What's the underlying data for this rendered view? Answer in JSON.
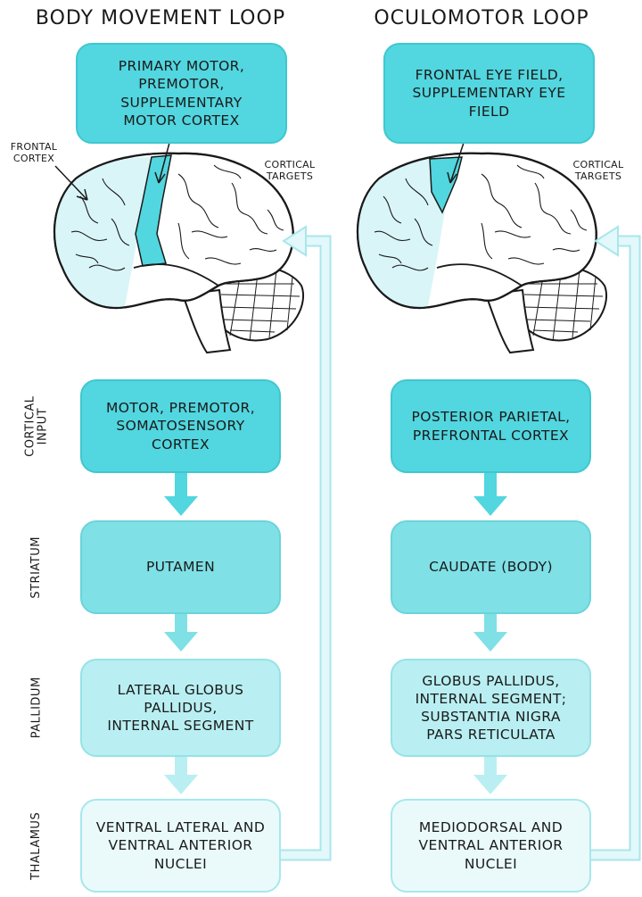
{
  "columns": {
    "left_title": "BODY MOVEMENT LOOP",
    "right_title": "OCULOMOTOR LOOP"
  },
  "row_labels": {
    "cortical_input": "CORTICAL\nINPUT",
    "striatum": "STRIATUM",
    "pallidum": "PALLIDUM",
    "thalamus": "THALAMUS"
  },
  "brain_labels": {
    "frontal_cortex": "FRONTAL\nCORTEX",
    "cortical_targets_left": "CORTICAL\nTARGETS",
    "cortical_targets_right": "CORTICAL\nTARGETS"
  },
  "body_loop": {
    "target": "PRIMARY MOTOR,\nPREMOTOR,\nSUPPLEMENTARY\nMOTOR CORTEX",
    "cortical_input": "MOTOR, PREMOTOR,\nSOMATOSENSORY\nCORTEX",
    "striatum": "PUTAMEN",
    "pallidum": "LATERAL GLOBUS\nPALLIDUS,\nINTERNAL SEGMENT",
    "thalamus": "VENTRAL LATERAL AND\nVENTRAL ANTERIOR\nNUCLEI"
  },
  "oculomotor_loop": {
    "target": "FRONTAL EYE FIELD,\nSUPPLEMENTARY EYE\nFIELD",
    "cortical_input": "POSTERIOR PARIETAL,\nPREFRONTAL CORTEX",
    "striatum": "CAUDATE (BODY)",
    "pallidum": "GLOBUS PALLIDUS,\nINTERNAL SEGMENT;\nSUBSTANTIA NIGRA\nPARS RETICULATA",
    "thalamus": "MEDIODORSAL AND\nVENTRAL ANTERIOR\nNUCLEI"
  },
  "colors": {
    "cortex_box": "#52d6df",
    "striatum_box": "#7fe0e6",
    "pallidum_box": "#b9eff2",
    "thalamus_box": "#eafafb",
    "feedback_arrow": "#dff7f9",
    "flow_arrow": "#52d6df",
    "brain_frontal": "#d9f5f7",
    "brain_target": "#52d6df"
  }
}
